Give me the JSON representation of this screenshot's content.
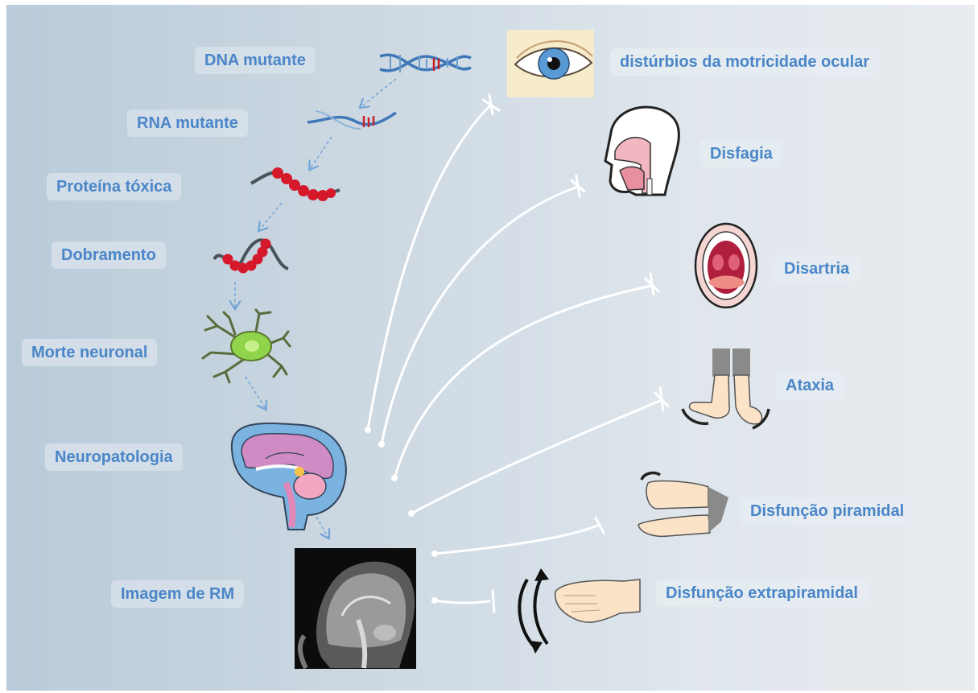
{
  "left_labels": {
    "dna": "DNA mutante",
    "rna": "RNA mutante",
    "protein": "Proteína tóxica",
    "folding": "Dobramento",
    "death": "Morte neuronal",
    "neuropath": "Neuropatologia",
    "mri": "Imagem de RM"
  },
  "right_labels": {
    "ocular": "distúrbios da motricidade ocular",
    "dysphagia": "Disfagia",
    "dysarthria": "Disartria",
    "ataxia": "Ataxia",
    "pyramidal": "Disfunção piramidal",
    "extrapyramidal": "Disfunção extrapiramidal"
  },
  "colors": {
    "label_text": "#4a86c8",
    "dna_blue": "#3f78b8",
    "mutation_red": "#c8202a",
    "protein_red": "#d6192a",
    "neuron_green": "#8fd44a",
    "brain_pink": "#d08ac4",
    "brain_blue": "#7ab2e0",
    "connector": "#ffffff"
  },
  "icons": [
    "dna-icon",
    "rna-icon",
    "toxic-protein-icon",
    "folded-protein-icon",
    "neuron-icon",
    "brain-sagittal-icon",
    "mri-scan-icon",
    "eye-icon",
    "head-profile-icon",
    "open-mouth-icon",
    "walking-feet-icon",
    "legs-flexion-icon",
    "hand-tremor-icon"
  ]
}
